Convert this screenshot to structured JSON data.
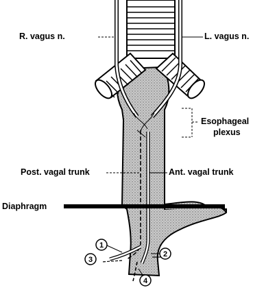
{
  "labels": {
    "r_vagus": "R. vagus n.",
    "l_vagus": "L. vagus n.",
    "esophageal_1": "Esophageal",
    "esophageal_2": "plexus",
    "post_vagal": "Post. vagal trunk",
    "ant_vagal": "Ant. vagal trunk",
    "diaphragm": "Diaphragm"
  },
  "branches": [
    "1",
    "2",
    "3",
    "4"
  ],
  "colors": {
    "ink": "#000000",
    "shade": "#b8b8b8",
    "paper": "#ffffff"
  }
}
